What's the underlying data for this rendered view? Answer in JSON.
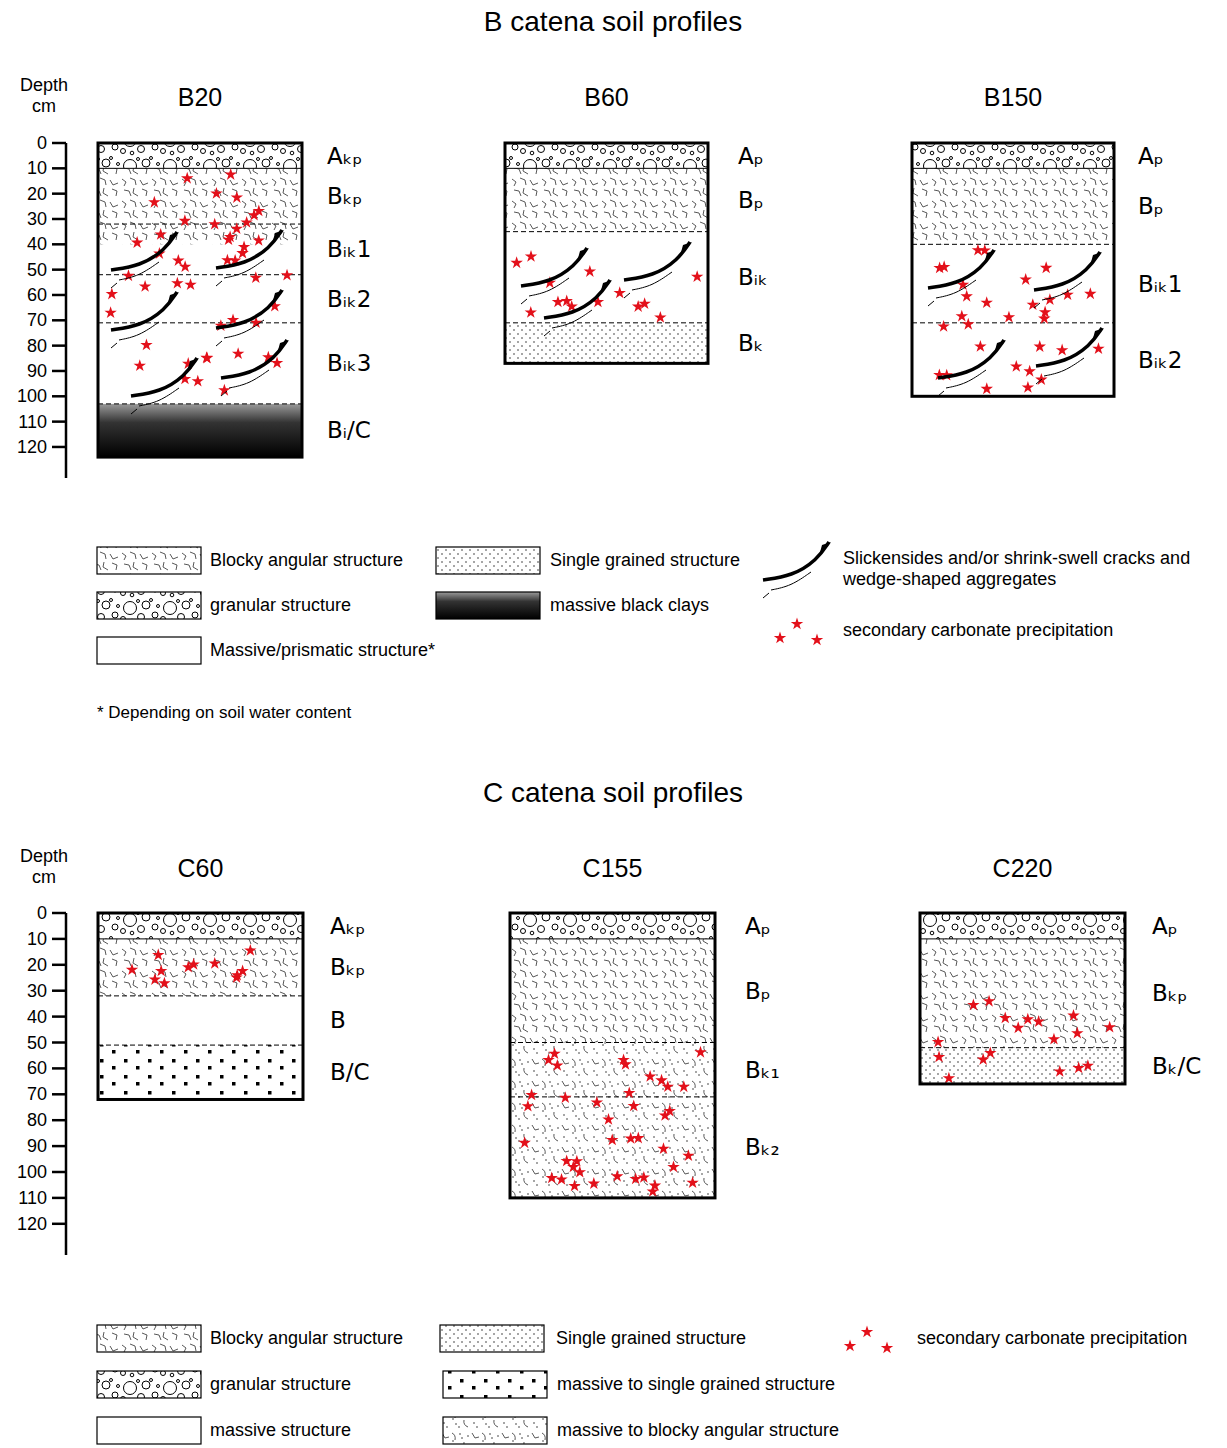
{
  "diagram": {
    "title": "B catena soil profiles",
    "nodes": [
      {
        "text": [
          "B20"
        ]
      },
      {
        "text": [
          "B60"
        ]
      },
      {
        "text": [
          "B150"
        ]
      },
      {
        "text": [
          "C60"
        ]
      },
      {
        "text": [
          "C155"
        ]
      },
      {
        "text": [
          "C220"
        ]
      }
    ],
    "labels": [
      "C catena soil profiles",
      "Depth cm",
      "0",
      "10",
      "20",
      "30",
      "40",
      "50",
      "60",
      "70",
      "80",
      "90",
      "100",
      "110",
      "120",
      "Depth cm",
      "0",
      "10",
      "20",
      "30",
      "40",
      "50",
      "60",
      "70",
      "80",
      "90",
      "100",
      "110",
      "120",
      "Aₖₚ",
      "Bₖₚ",
      "Bᵢₖ1",
      "Bᵢₖ2",
      "Bᵢₖ3",
      "Bᵢ/C",
      "Aₚ",
      "Bₚ",
      "Bᵢₖ",
      "Bₖ",
      "Aₚ",
      "Bₚ",
      "Bᵢₖ1",
      "Bᵢₖ2",
      "Aₖₚ",
      "Bₖₚ",
      "B",
      "B/C",
      "Aₚ",
      "Bₚ",
      "Bₖ₁",
      "Bₖ₂",
      "Aₚ",
      "Bₖₚ",
      "Bₖ/C",
      "* Depending on soil water content"
    ],
    "legend": [
      {
        "text": "Blocky angular structure"
      },
      {
        "text": "granular structure"
      },
      {
        "text": "Massive/prismatic structure*"
      },
      {
        "text": "Single grained structure"
      },
      {
        "text": "massive black clays"
      },
      {
        "text": "Slickensides and/or shrink-swell cracks and wedge-shaped aggregates"
      },
      {
        "text": "secondary carbonate precipitation"
      },
      {
        "text": "Blocky angular structure"
      },
      {
        "text": "granular structure"
      },
      {
        "text": "massive structure"
      },
      {
        "text": "Single grained structure"
      },
      {
        "text": "massive to single grained structure"
      },
      {
        "text": "massive to blocky angular structure"
      },
      {
        "text": "secondary carbonate precipitation"
      }
    ]
  }
}
